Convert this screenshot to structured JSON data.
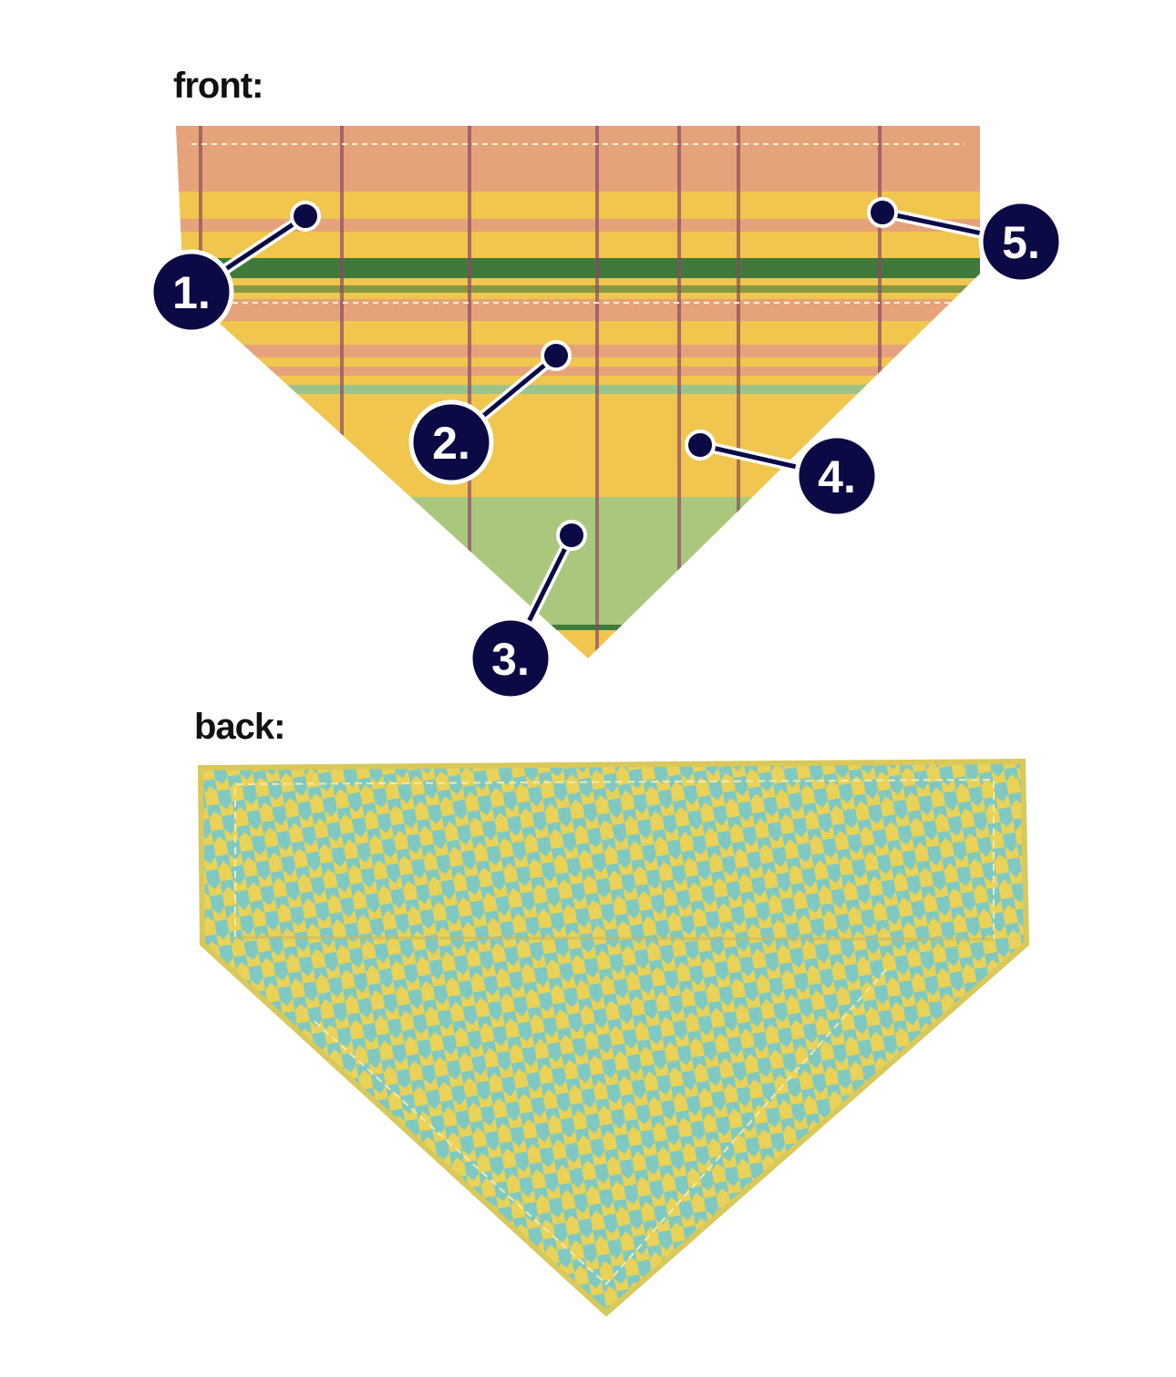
{
  "front": {
    "label": "front:",
    "callouts": [
      "1.",
      "2.",
      "3.",
      "4.",
      "5."
    ]
  },
  "back": {
    "label": "back:"
  },
  "colors": {
    "badge": "#0c0a45",
    "salmon": "#e6a27a",
    "yellow": "#f0c64e",
    "green": "#3f7a3a",
    "light_green": "#a9c87e",
    "plaid_line": "#8a4a60",
    "hound_yellow": "#e9d257",
    "hound_teal": "#7fc9c2"
  }
}
